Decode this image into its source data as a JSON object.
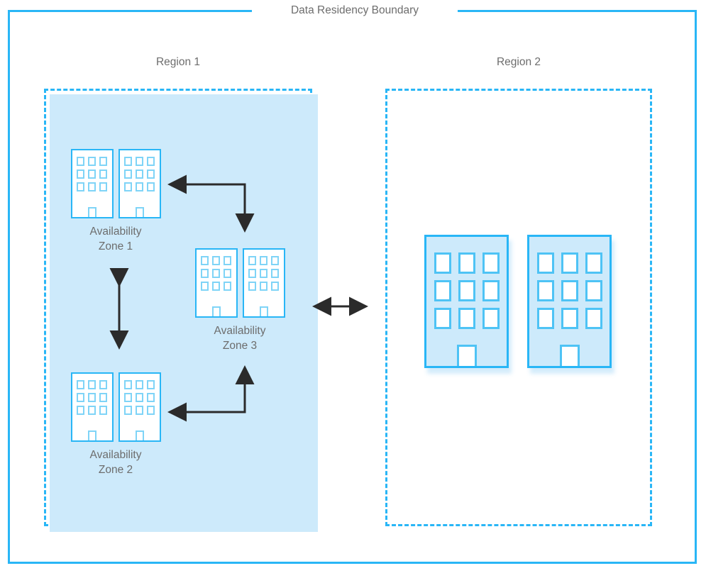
{
  "boundary": {
    "title": "Data Residency Boundary",
    "border_color": "#29b6f6"
  },
  "regions": [
    {
      "id": "region-1",
      "title": "Region 1",
      "fill_color": "#cdeafb",
      "border_style": "dashed",
      "zones": [
        {
          "id": "availability-zone-1",
          "label": "Availability\nZone 1",
          "buildings": 2,
          "style": "outline"
        },
        {
          "id": "availability-zone-2",
          "label": "Availability\nZone 2",
          "buildings": 2,
          "style": "outline"
        },
        {
          "id": "availability-zone-3",
          "label": "Availability\nZone 3",
          "buildings": 2,
          "style": "outline"
        }
      ]
    },
    {
      "id": "region-2",
      "title": "Region 2",
      "fill_color": "#ffffff",
      "border_style": "dashed",
      "zones": [
        {
          "id": "region-2-datacenters",
          "label": "",
          "buildings": 2,
          "style": "filled"
        }
      ]
    }
  ],
  "connections": [
    {
      "id": "zone1-zone3-link",
      "from": "availability-zone-1",
      "to": "availability-zone-3",
      "shape": "elbow",
      "heads": "both"
    },
    {
      "id": "zone1-zone2-link",
      "from": "availability-zone-1",
      "to": "availability-zone-2",
      "shape": "vertical",
      "heads": "both"
    },
    {
      "id": "zone2-zone3-link",
      "from": "availability-zone-2",
      "to": "availability-zone-3",
      "shape": "elbow",
      "heads": "both"
    },
    {
      "id": "region1-region2-link",
      "from": "region-1",
      "to": "region-2",
      "shape": "horizontal",
      "heads": "both"
    }
  ],
  "colors": {
    "accent": "#29b6f6",
    "region_fill": "#cdeafb",
    "window_outline": "#7fd4f7",
    "text": "#6d6d6d",
    "arrow": "#2b2b2b"
  }
}
